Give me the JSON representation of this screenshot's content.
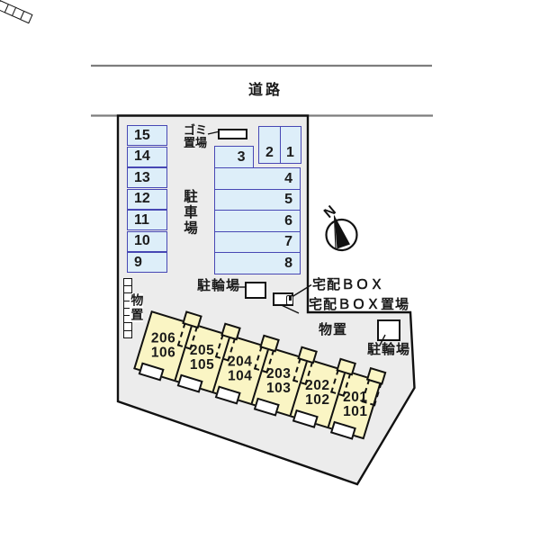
{
  "road": {
    "label": "道路"
  },
  "compass": {
    "north_label": "N"
  },
  "parking": {
    "area_label": "駐車場",
    "left_column": [
      "15",
      "14",
      "13",
      "12",
      "11",
      "10",
      "9"
    ],
    "top_pair": [
      "2",
      "1"
    ],
    "space_3": "3",
    "right_column": [
      "4",
      "5",
      "6",
      "7",
      "8"
    ]
  },
  "garbage": {
    "label_line1": "ゴミ",
    "label_line2": "置場"
  },
  "bicycle_parking_top": {
    "label": "駐輪場"
  },
  "delivery": {
    "box_label": "宅配ＢＯＸ",
    "place_label": "宅配ＢＯＸ置場"
  },
  "storage_left": {
    "label": "物置"
  },
  "storage_right": {
    "label": "物置"
  },
  "bicycle_parking_bottom": {
    "label": "駐輪場"
  },
  "buildings": {
    "units": [
      {
        "upper": "206",
        "lower": "106"
      },
      {
        "upper": "205",
        "lower": "105"
      },
      {
        "upper": "204",
        "lower": "104"
      },
      {
        "upper": "203",
        "lower": "103"
      },
      {
        "upper": "202",
        "lower": "102"
      },
      {
        "upper": "201",
        "lower": "101"
      }
    ]
  },
  "colors": {
    "site_fill": "#ececec",
    "parking_fill": "#ddeef9",
    "parking_border": "#4747b4",
    "building_fill": "#faf5c4",
    "road_line": "#7d7d7d",
    "outline": "#111111"
  }
}
